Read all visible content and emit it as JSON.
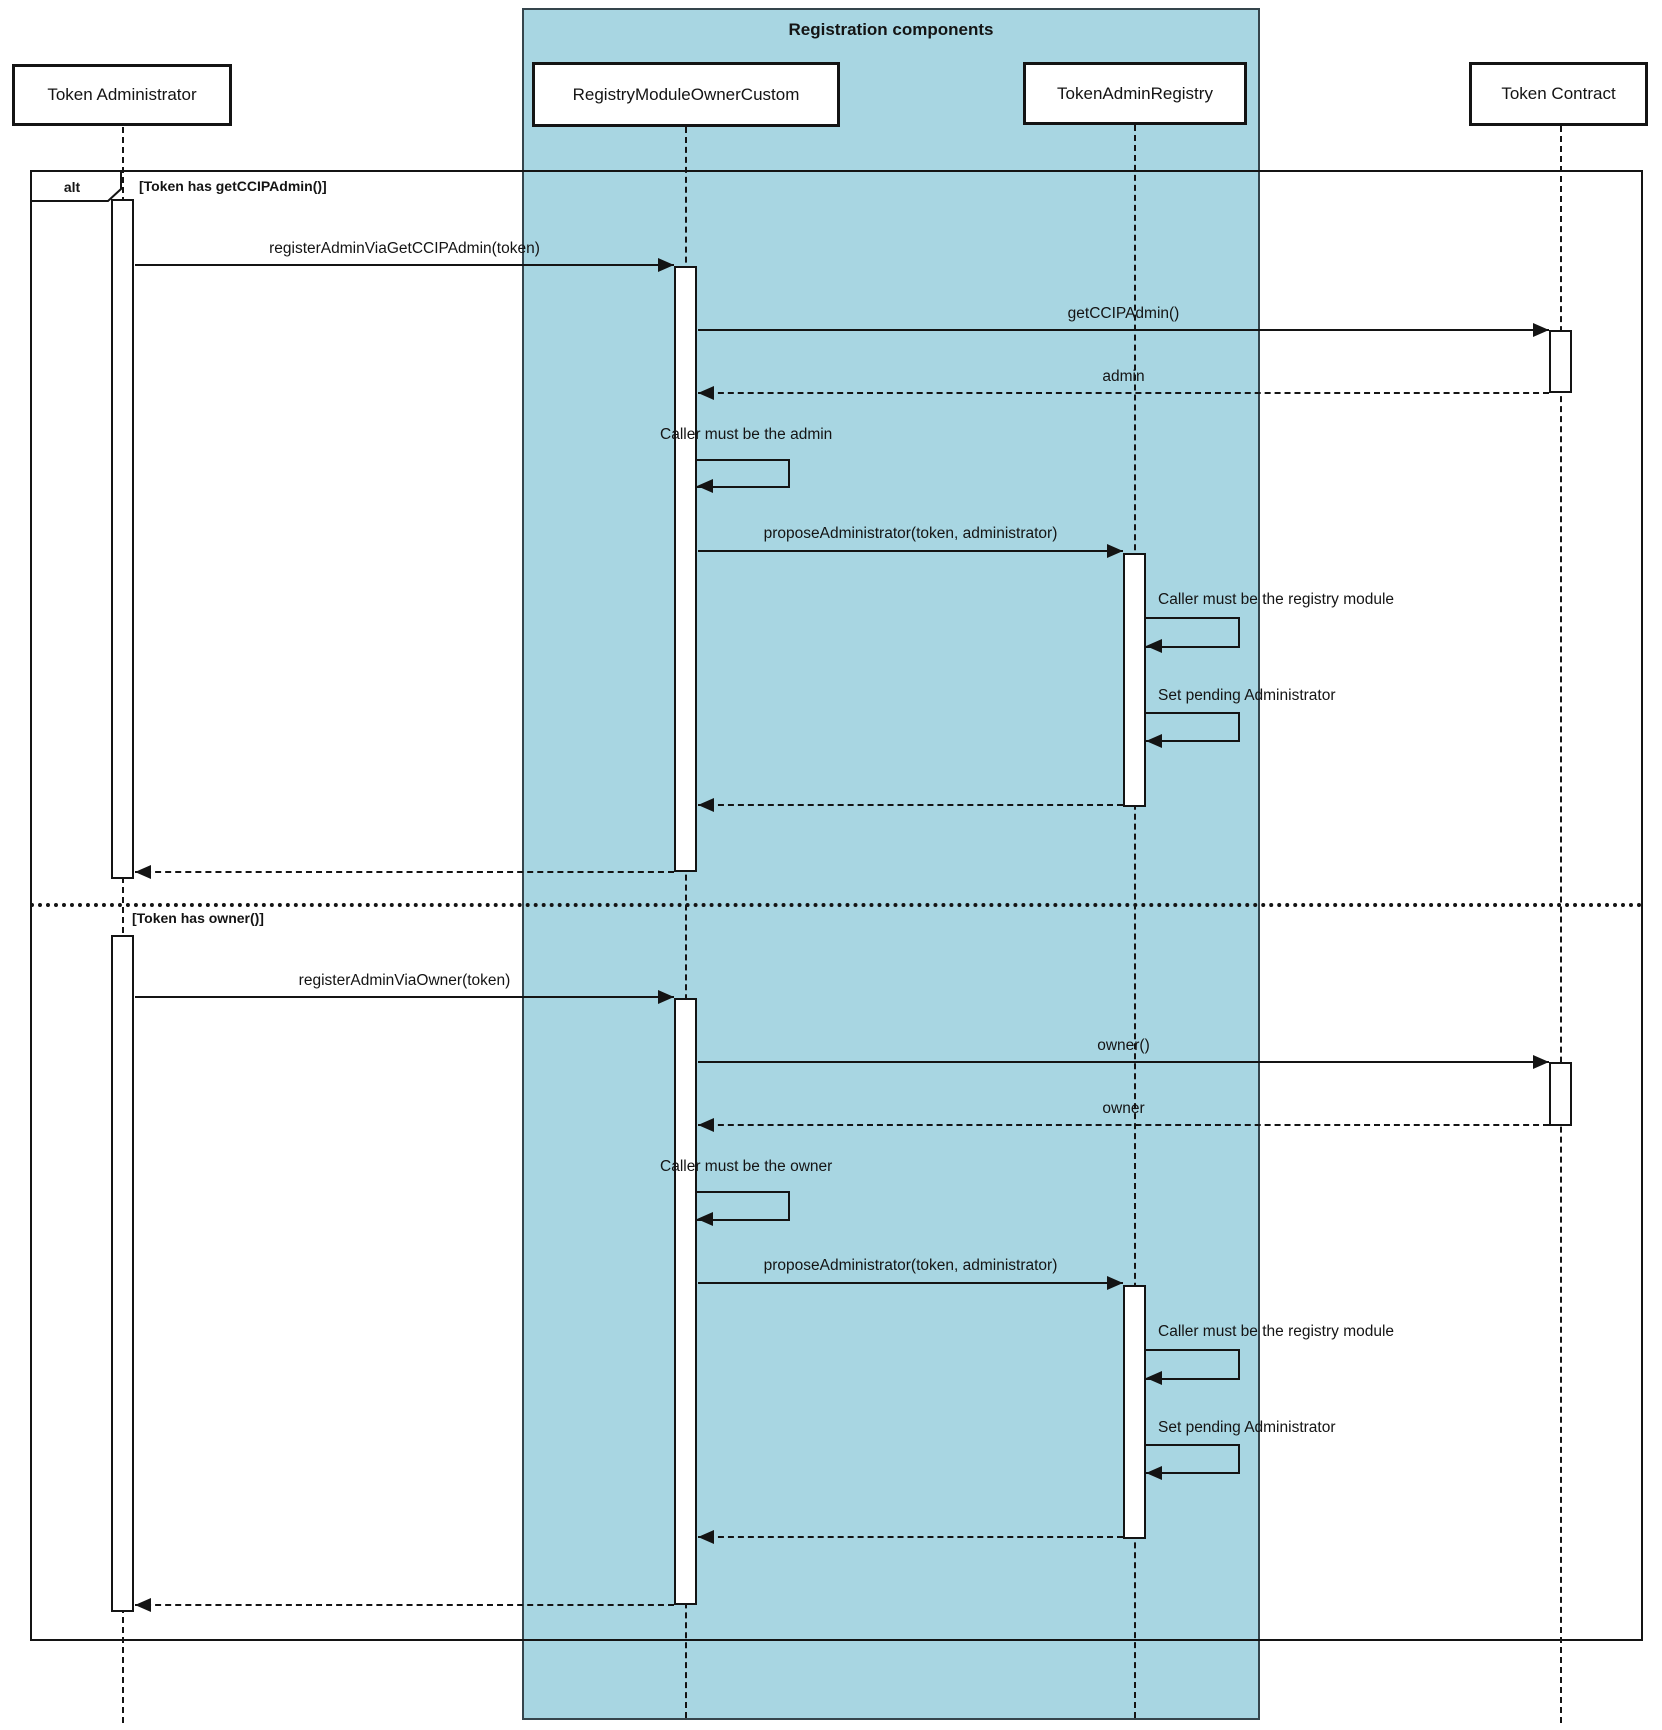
{
  "diagram_title": "Registration components",
  "participants": [
    {
      "label": "Token Administrator"
    },
    {
      "label": "RegistryModuleOwnerCustom"
    },
    {
      "label": "TokenAdminRegistry"
    },
    {
      "label": "Token Contract"
    }
  ],
  "alt_frame": {
    "operator": "alt"
  },
  "sections": [
    {
      "guard": "[Token has getCCIPAdmin()]",
      "messages": {
        "register": "registerAdminViaGetCCIPAdmin(token)",
        "query": "getCCIPAdmin()",
        "query_return": "admin",
        "caller_check": "Caller must be the admin",
        "propose": "proposeAdministrator(token, administrator)",
        "registry_check": "Caller must be the registry module",
        "set_pending": "Set pending Administrator"
      }
    },
    {
      "guard": "[Token has owner()]",
      "messages": {
        "register": "registerAdminViaOwner(token)",
        "query": "owner()",
        "query_return": "owner",
        "caller_check": "Caller must be the owner",
        "propose": "proposeAdministrator(token, administrator)",
        "registry_check": "Caller must be the registry module",
        "set_pending": "Set pending Administrator"
      }
    }
  ],
  "colors": {
    "container_fill": "#a8d6e2",
    "line": "#141414",
    "participant_fill": "#ffffff"
  }
}
